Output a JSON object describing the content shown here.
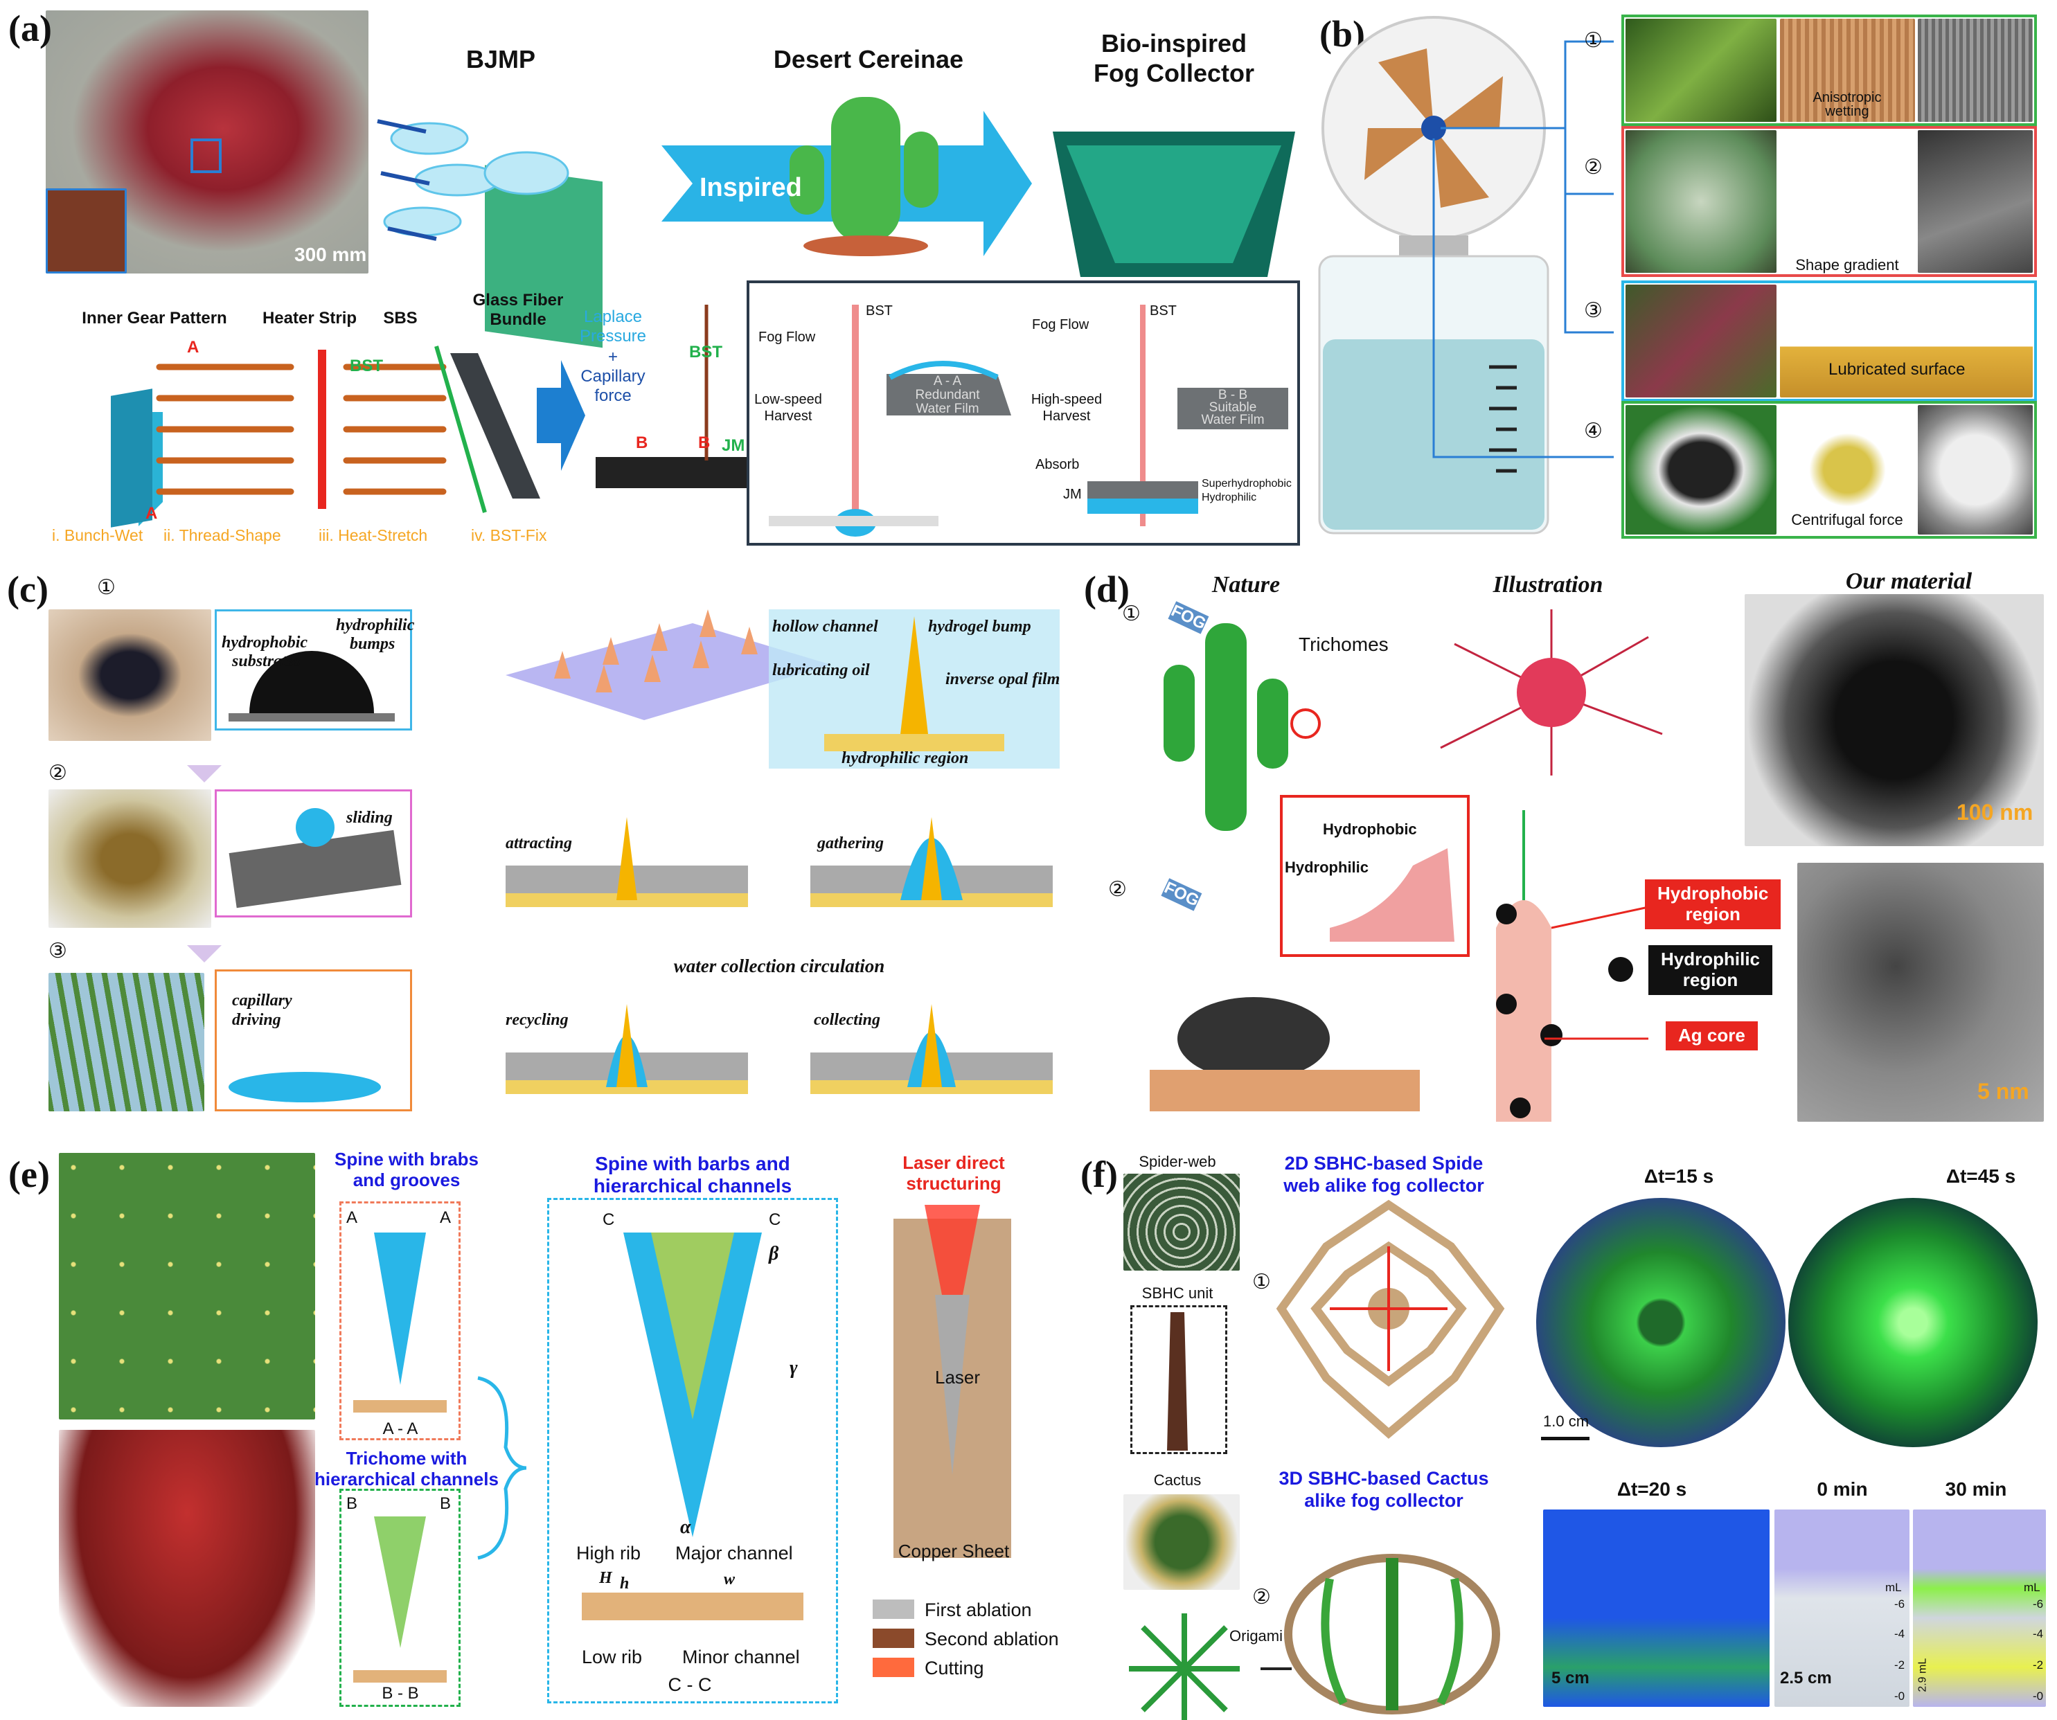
{
  "panels": {
    "a": {
      "label": "(a)",
      "scale": "300 mm",
      "bjmp": "BJMP",
      "desert": "Desert Cereinae",
      "bio1": "Bio-inspired",
      "bio2": "Fog Collector",
      "inspired": "Inspired",
      "inner_gear": "Inner Gear Pattern",
      "heater": "Heater Strip",
      "sbs": "SBS",
      "glass1": "Glass Fiber",
      "glass2": "Bundle",
      "bst": "BST",
      "section_a": "A",
      "section_b": "B",
      "steps": [
        "i. Bunch-Wet",
        "ii. Thread-Shape",
        "iii. Heat-Stretch",
        "iv. BST-Fix"
      ],
      "laplace1": "Laplace",
      "laplace2": "Pressure",
      "plus": "+",
      "capillary1": "Capillary",
      "capillary2": "force",
      "jm": "JM",
      "fog_flow": "Fog Flow",
      "low1": "Low-speed",
      "low2": "Harvest",
      "high1": "High-speed",
      "high2": "Harvest",
      "aa": "A - A",
      "redundant1": "Redundant",
      "redundant2": "Water Film",
      "bb": "B - B",
      "suitable1": "Suitable",
      "suitable2": "Water Film",
      "absorb": "Absorb",
      "superhydrophobic": "Superhydrophobic",
      "hydrophilic": "Hydrophilic"
    },
    "b": {
      "label": "(b)",
      "nums": [
        "①",
        "②",
        "③",
        "④"
      ],
      "anisotropic1": "Anisotropic",
      "anisotropic2": "wetting",
      "shape_gradient": "Shape gradient",
      "lubricated": "Lubricated surface",
      "centrifugal": "Centrifugal force"
    },
    "c": {
      "label": "(c)",
      "nums": [
        "①",
        "②",
        "③"
      ],
      "hydrophobic1": "hydrophobic",
      "hydrophobic2": "substrates",
      "hydrophilic1": "hydrophilic",
      "hydrophilic2": "bumps",
      "sliding": "sliding",
      "capillary1": "capillary",
      "capillary2": "driving",
      "hollow_channel": "hollow channel",
      "hydrogel_bump": "hydrogel bump",
      "lubricating_oil": "lubricating oil",
      "inverse_opal": "inverse opal film",
      "hydrophilic_region": "hydrophilic region",
      "attracting": "attracting",
      "gathering": "gathering",
      "circulation": "water collection circulation",
      "recycling": "recycling",
      "collecting": "collecting"
    },
    "d": {
      "label": "(d)",
      "nature": "Nature",
      "illustration": "Illustration",
      "our_material": "Our material",
      "nums": [
        "①",
        "②"
      ],
      "fog": "FOG",
      "trichomes": "Trichomes",
      "hydrophobic": "Hydrophobic",
      "hydrophilic": "Hydrophilic",
      "hydrophobic_region1": "Hydrophobic",
      "hydrophobic_region2": "region",
      "hydrophilic_region1": "Hydrophilic",
      "hydrophilic_region2": "region",
      "ag_core": "Ag core",
      "scale1": "100 nm",
      "scale2": "5 nm"
    },
    "e": {
      "label": "(e)",
      "spine1a": "Spine with brabs",
      "spine1b": "and grooves",
      "aa": "A - A",
      "a": "A",
      "trichome1": "Trichome with",
      "trichome2": "hierarchical channels",
      "bb": "B - B",
      "b": "B",
      "spine2a": "Spine with barbs and",
      "spine2b": "hierarchical channels",
      "c": "C",
      "beta": "β",
      "gamma": "γ",
      "alpha": "α",
      "high_rib": "High rib",
      "H": "H",
      "h": "h",
      "major": "Major channel",
      "w": "w",
      "low_rib": "Low rib",
      "minor": "Minor channel",
      "cc": "C - C",
      "laser1": "Laser direct",
      "laser2": "structuring",
      "laser": "Laser",
      "copper": "Copper Sheet",
      "legend": [
        {
          "label": "First ablation",
          "color": "#bdbdbd"
        },
        {
          "label": "Second ablation",
          "color": "#8b4a2b"
        },
        {
          "label": "Cutting",
          "color": "#ff6a3d"
        }
      ]
    },
    "f": {
      "label": "(f)",
      "spider": "Spider-web",
      "title2d1": "2D SBHC-based Spide",
      "title2d2": "web alike fog collector",
      "sbhc": "SBHC unit",
      "nums": [
        "①",
        "②"
      ],
      "cactus": "Cactus",
      "title3d1": "3D SBHC-based Cactus",
      "title3d2": "alike fog collector",
      "origami": "Origami",
      "t15": "Δt=15 s",
      "t45": "Δt=45 s",
      "scale1": "1.0 cm",
      "t20": "Δt=20 s",
      "min0": "0 min",
      "min30": "30 min",
      "scale5": "5 cm",
      "scale25": "2.5 cm",
      "ml": "mL",
      "ticks": [
        "-6",
        "-4",
        "-2",
        "-0"
      ],
      "vol": "2.9 mL"
    }
  },
  "colors": {
    "title_blue": "#1a1adf",
    "step_orange": "#f5a623",
    "bst_green": "#22b14c",
    "accent_cyan": "#29b6e8",
    "red": "#e8261f"
  }
}
